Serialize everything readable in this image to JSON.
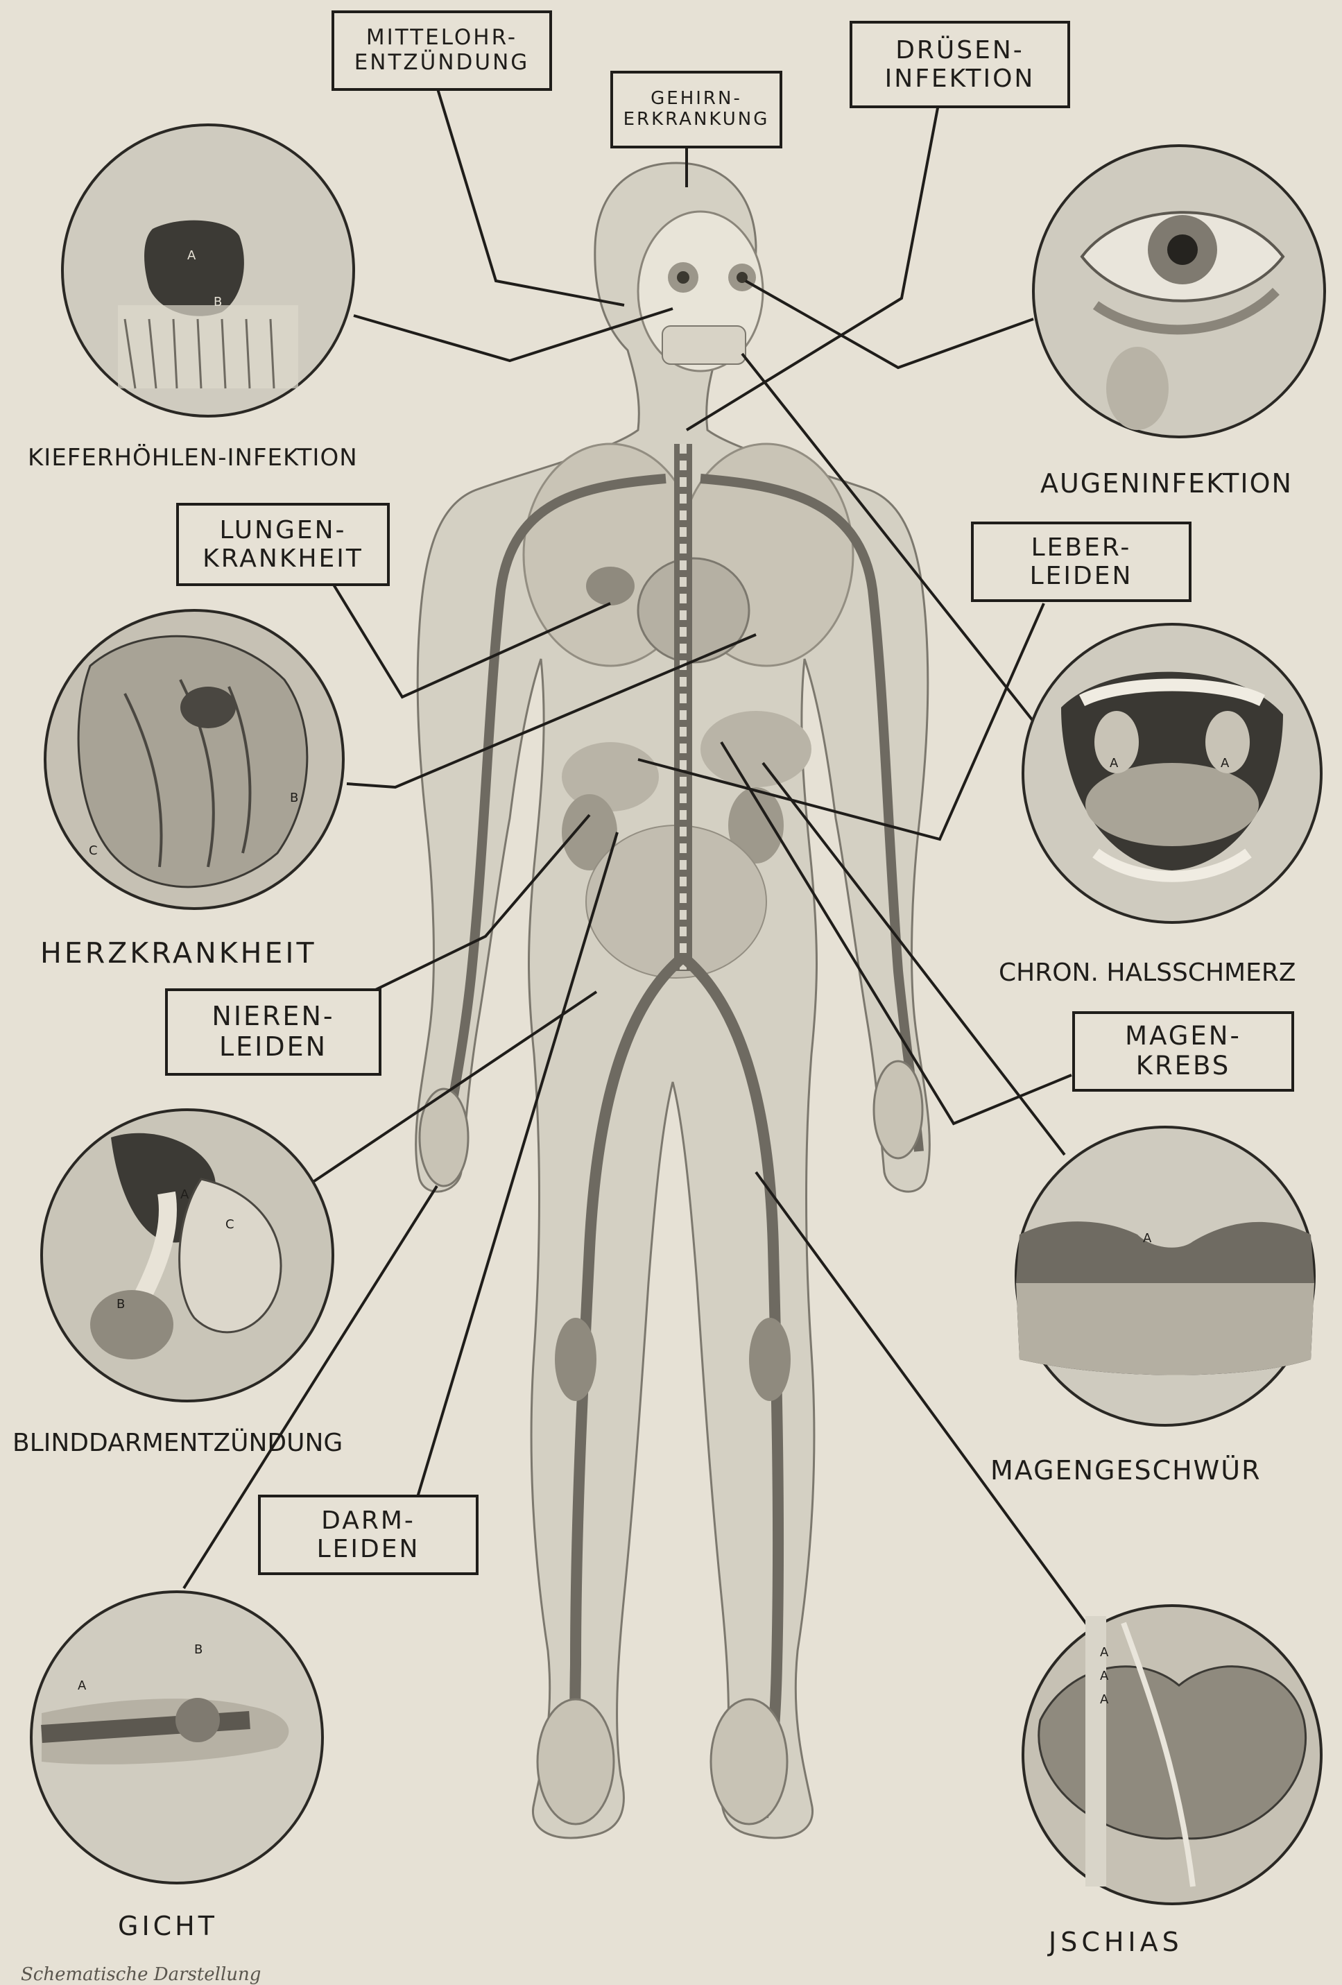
{
  "labels": {
    "mittelohr": [
      "MITTELOHR-",
      "ENTZÜNDUNG"
    ],
    "gehirn": [
      "GEHIRN-",
      "ERKRANKUNG"
    ],
    "druesen": [
      "DRÜSEN-",
      "INFEKTION"
    ],
    "lungen": [
      "LUNGEN-",
      "KRANKHEIT"
    ],
    "leber": [
      "LEBER-",
      "LEIDEN"
    ],
    "nieren": [
      "NIEREN-",
      "LEIDEN"
    ],
    "magen": [
      "MAGEN-",
      "KREBS"
    ],
    "darm": [
      "DARM-",
      "LEIDEN"
    ]
  },
  "captions": {
    "kieferhoehlen": "KIEFERHÖHLEN-INFEKTION",
    "augen": "AUGENINFEKTION",
    "herz": "HERZKRANKHEIT",
    "hals": "CHRON. HALSSCHMERZ",
    "blinddarm": "BLINDDARMENTZÜNDUNG",
    "magengeschwuer": "MAGENGESCHWÜR",
    "gicht": "GICHT",
    "ischias": "JSCHIAS"
  },
  "inset_letters": {
    "kiefer_a": "A",
    "kiefer_b": "B",
    "herz_b": "B",
    "herz_c": "C",
    "hals_a1": "A",
    "hals_a2": "A",
    "blind_a": "A",
    "blind_b": "B",
    "blind_c": "C",
    "magen_a": "A",
    "gicht_a": "A",
    "gicht_b": "B",
    "isch_a1": "A",
    "isch_a2": "A",
    "isch_a3": "A"
  },
  "footer": "Schematische Darstellung"
}
